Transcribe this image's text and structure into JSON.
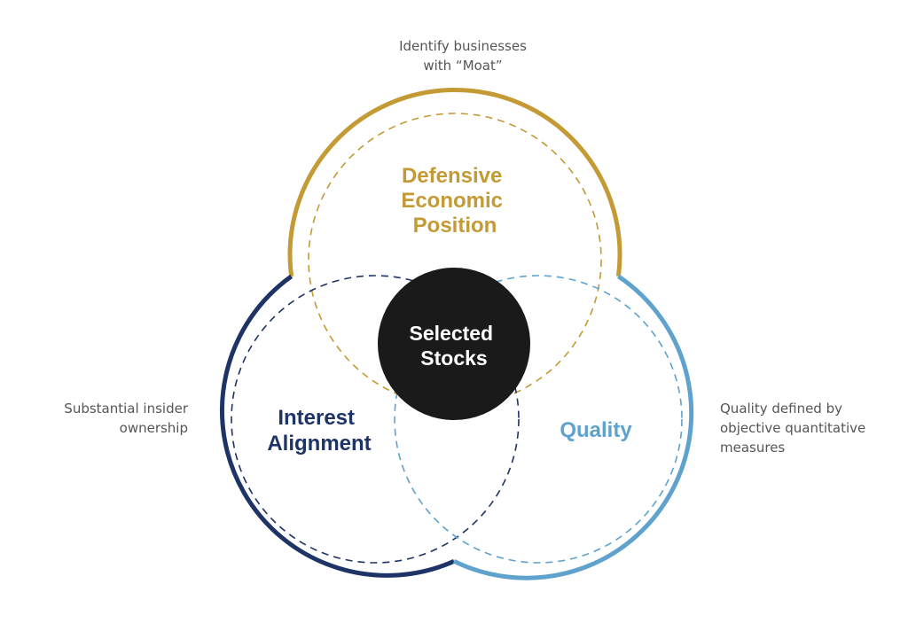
{
  "colors": {
    "defensive": "#C49A35",
    "interest": "#1E3366",
    "quality": "#5EA2CD",
    "center": "#1A1A1A",
    "annotation_text": "#555555"
  },
  "circles": {
    "defensive": {
      "lines": [
        "Defensive",
        "Economic",
        "Position"
      ],
      "annotation": [
        "Identify businesses",
        "with “Moat”"
      ]
    },
    "interest": {
      "lines": [
        "Interest",
        "Alignment"
      ],
      "annotation": [
        "Substantial insider",
        "ownership"
      ]
    },
    "quality": {
      "lines": [
        "Quality"
      ],
      "annotation": [
        "Quality defined by",
        "objective quantitative",
        "measures"
      ]
    }
  },
  "center": {
    "lines": [
      "Selected",
      "Stocks"
    ]
  }
}
